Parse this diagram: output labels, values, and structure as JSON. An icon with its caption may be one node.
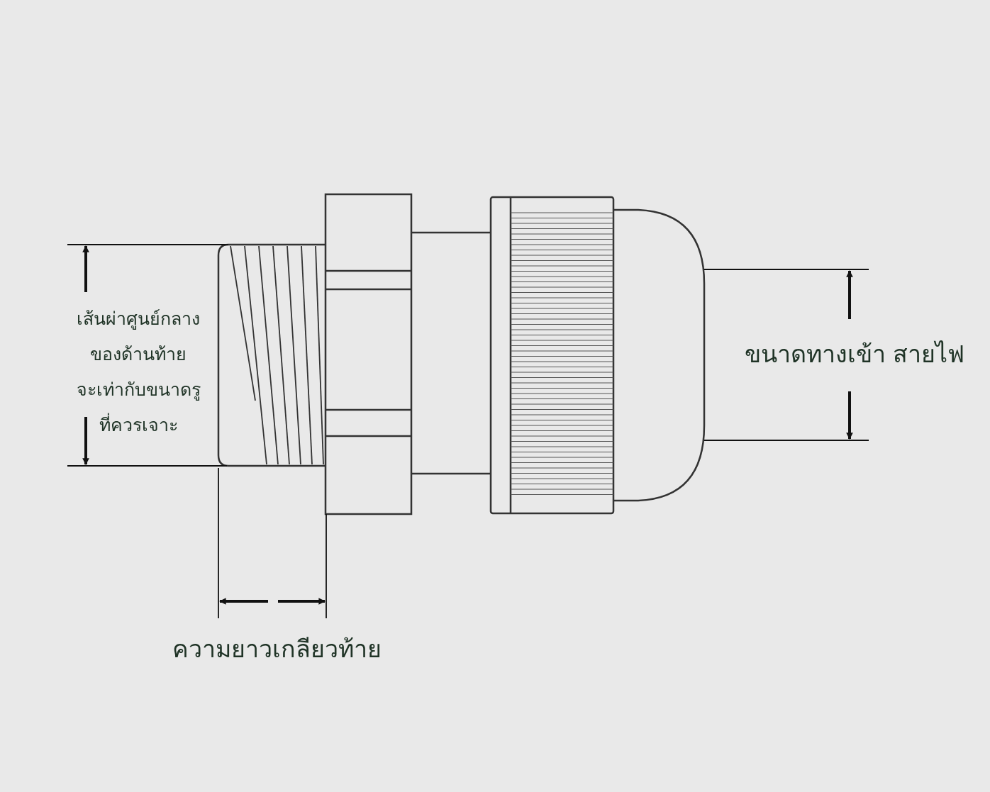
{
  "diagram": {
    "labels": [
      "เส้นผ่าศูนย์กลาง ของด้านท้าย จะเท่ากับขนาดรู ที่ควรเจาะ",
      "ขนาดทางเข้า สายไฟ",
      "ความยาวเกลียวท้าย"
    ]
  }
}
